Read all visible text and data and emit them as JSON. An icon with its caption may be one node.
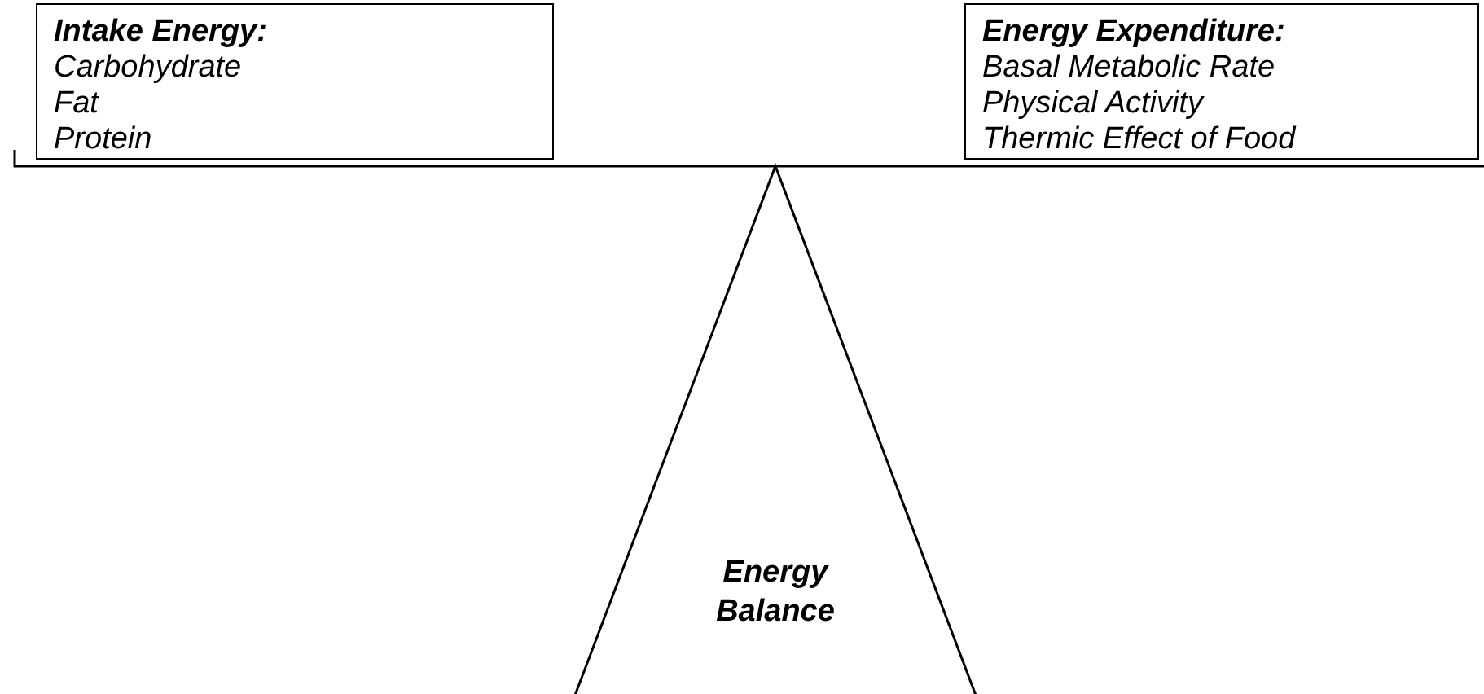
{
  "diagram": {
    "nodes": [
      {
        "text": [
          "Intake Energy:",
          "Carbohydrate",
          "Fat",
          "Protein"
        ]
      },
      {
        "text": [
          "Energy Expenditure:",
          "Basal Metabolic Rate",
          "Physical Activity",
          "Thermic Effect of Food"
        ]
      },
      {
        "text": [
          "Energy Balance"
        ]
      }
    ]
  }
}
